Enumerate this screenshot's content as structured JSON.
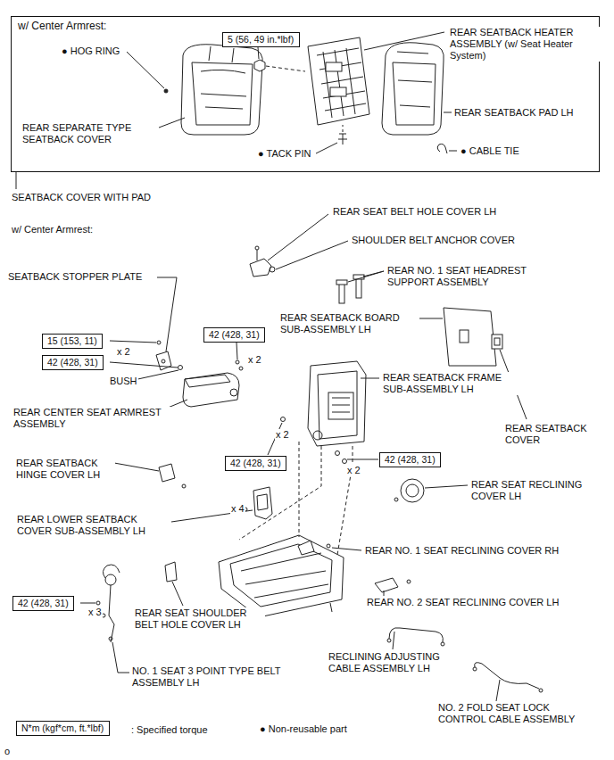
{
  "diagram": {
    "nodes": [
      {
        "text": [
          "w/ Center Armrest:"
        ]
      },
      {
        "text": [
          "5 (56, 49 in.*lbf)"
        ],
        "in": 0
      },
      {
        "text": [
          "42 (428, 31)"
        ]
      },
      {
        "text": [
          "15 (153, 11)"
        ]
      },
      {
        "text": [
          "42 (428, 31)"
        ]
      },
      {
        "text": [
          "42 (428, 31)"
        ]
      },
      {
        "text": [
          "42 (428, 31)"
        ]
      },
      {
        "text": [
          "42 (428, 31)"
        ]
      },
      {
        "text": [
          "N*m (kgf*cm, ft.*lbf)"
        ]
      }
    ],
    "labels": [
      "● HOG RING",
      "REAR SEPARATE TYPE SEATBACK COVER",
      "REAR SEATBACK HEATER ASSEMBLY (w/ Seat Heater System)",
      "REAR SEATBACK PAD LH",
      "● TACK PIN",
      "● CABLE TIE",
      "SEATBACK COVER WITH PAD",
      "w/ Center Armrest:",
      "REAR SEAT BELT HOLE COVER LH",
      "SHOULDER BELT ANCHOR COVER",
      "REAR NO. 1 SEAT HEADREST SUPPORT ASSEMBLY",
      "SEATBACK STOPPER PLATE",
      "REAR SEATBACK BOARD SUB-ASSEMBLY LH",
      "x 2",
      "x 2",
      "BUSH",
      "REAR SEATBACK FRAME SUB-ASSEMBLY LH",
      "REAR CENTER SEAT ARMREST ASSEMBLY",
      "REAR SEATBACK COVER",
      "x 2",
      "x 2",
      "REAR SEATBACK HINGE COVER LH",
      "REAR SEAT RECLINING COVER LH",
      "x 4",
      "REAR LOWER SEATBACK COVER SUB-ASSEMBLY LH",
      "REAR NO. 1 SEAT RECLINING COVER RH",
      "x 3",
      "REAR SEAT SHOULDER BELT HOLE COVER LH",
      "REAR NO. 2 SEAT RECLINING COVER LH",
      "RECLINING ADJUSTING CABLE ASSEMBLY LH",
      "NO. 1 SEAT 3 POINT TYPE BELT ASSEMBLY LH",
      "NO. 2 FOLD SEAT LOCK CONTROL CABLE ASSEMBLY",
      ": Specified torque",
      "● Non-reusable part",
      "o"
    ]
  }
}
